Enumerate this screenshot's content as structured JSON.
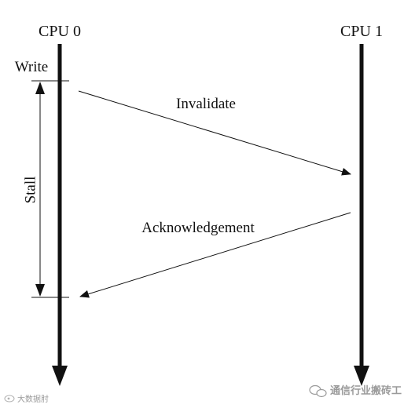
{
  "diagram": {
    "cpu0_label": "CPU 0",
    "cpu1_label": "CPU 1",
    "write_label": "Write",
    "stall_label": "Stall",
    "invalidate_label": "Invalidate",
    "acknowledgement_label": "Acknowledgement"
  },
  "watermarks": {
    "left": "大数据肘",
    "right": "通信行业搬砖工"
  },
  "colors": {
    "line": "#111111",
    "watermark": "#9a9a9a"
  }
}
